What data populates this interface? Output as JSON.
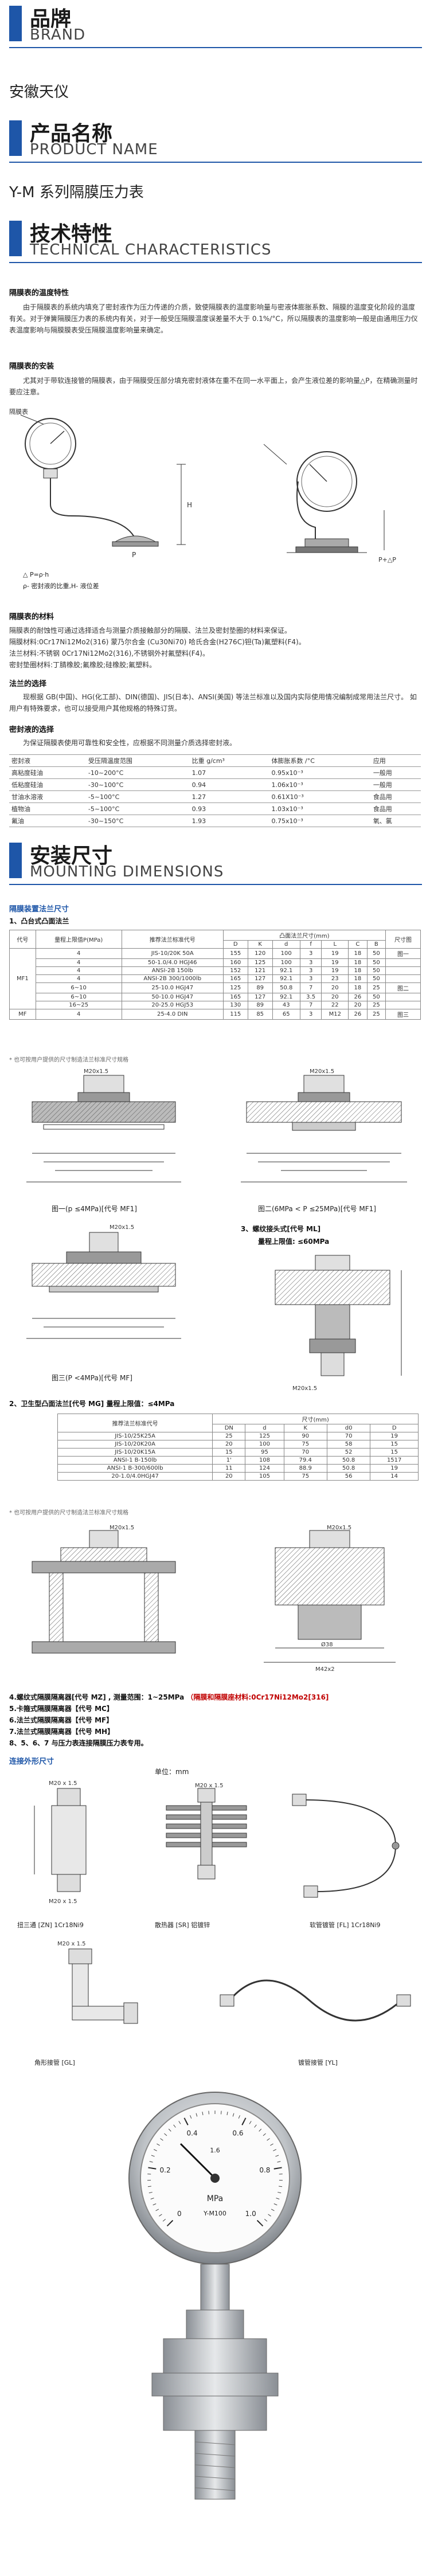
{
  "brand": {
    "zh": "品牌",
    "en": "BRAND",
    "name": "安徽天仪"
  },
  "product": {
    "zh": "产品名称",
    "en": "PRODUCT  NAME",
    "name": "Y-M 系列隔膜压力表"
  },
  "tech": {
    "zh": "技术特性",
    "en": "TECHNICAL  CHARACTERISTICS",
    "temp_title": "隔膜表的温度特性",
    "temp_text": "由于隔膜表的系统内填充了密封液作为压力传递的介质，致使隔膜表的温度影响量与密液体膨胀系数、隔膜的温度变化阶段的温度有关。对于弹簧隔膜压力表的系统内有关，对于一般受压隔膜温度误差量不大于 0.1%/°C，所以隔膜表的温度影响一般是由通用压力仪表温度影响与隔膜膜表受压隔膜温度影响量来确定。",
    "install_title": "隔膜表的安装",
    "install_text": "尤其对于带软连接管的隔膜表，由于隔膜受压部分填充密封液体在重不在同一水平面上，会产生液位差的影响量△P，在精确测量时要应注意。",
    "formula1": "△ P=ρ·h",
    "formula2": "ρ- 密封液的比重,H- 液位差",
    "material_title": "隔膜表的材料",
    "material_text": "隔膜表的耐蚀性可通过选择适合与测量介质接触部分的隔膜、法兰及密封垫圈的材料来保证。",
    "material_text2": "隔膜材料:0Cr17Ni12Mo2(316)  蒙乃尔合金 (Cu30Ni70)  哈氏合金(H276C)钽(Ta)氟塑料(F4)。",
    "material_text3": "法兰材料:不锈钢 0Cr17Ni12Mo2(316),不锈钢外衬氟塑料(F4)。",
    "material_text4": "密封垫圈材料:丁腈橡胶;氟橡胶;硅橡胶;氟塑料。",
    "std_title": "法兰的选择",
    "std_text": "现根据 GB(中国)、HG(化工部)、DIN(德国)、JIS(日本)、ANSI(美国) 等法兰标准以及国内实际使用情况编制成常用法兰尺寸。 如用户有特殊要求，也可以接受用户其他规格的特殊订货。",
    "fill_title": "密封液的选择",
    "fill_text": "为保证隔膜表使用可靠性和安全性，应根据不同测量介质选择密封液。",
    "fill_table": {
      "headers": [
        "密封液",
        "受压隔温度范围",
        "比重 g/cm³",
        "体膨胀系数 /°C",
        "应用"
      ],
      "rows": [
        [
          "高粘度硅油",
          "-10~200°C",
          "1.07",
          "0.95x10⁻³",
          "一般用"
        ],
        [
          "低粘度硅油",
          "-30~100°C",
          "0.94",
          "1.06x10⁻³",
          "一般用"
        ],
        [
          "甘油水溶液",
          "-5~100°C",
          "1.27",
          "0.61X10⁻³",
          "食品用"
        ],
        [
          "植物油",
          "-5~100°C",
          "0.93",
          "1.03x10⁻³",
          "食品用"
        ],
        [
          "氟油",
          "-30~150°C",
          "1.93",
          "0.75x10⁻³",
          "氧、氯"
        ]
      ]
    },
    "fig_labels": {
      "meter_label": "隔膜表",
      "h": "H",
      "p": "P",
      "pap": "P+△P"
    }
  },
  "mount": {
    "zh": "安装尺寸",
    "en": "MOUNTING  DIMENSIONS",
    "flange_title": "隔膜装置法兰尺寸",
    "mf_subtitle": "1、凸台式凸面法兰",
    "mf_table": {
      "h_code": "代号",
      "h_range": "量程上限值P(MPa)",
      "h_std": "推荐法兰标准代号",
      "h_dims": "凸面法兰尺寸(mm)",
      "h_size": "尺寸图",
      "dim_cols": [
        "D",
        "K",
        "d",
        "f",
        "L",
        "C",
        "B"
      ],
      "code_mf1": "MF1",
      "code_mf": "MF",
      "rows": [
        [
          "4",
          "JIS-10/20K 50A",
          "155",
          "120",
          "100",
          "3",
          "19",
          "18",
          "50"
        ],
        [
          "4",
          "50-1.0/4.0 HGJ46",
          "160",
          "125",
          "100",
          "3",
          "19",
          "18",
          "50"
        ],
        [
          "4",
          "ANSI-2B 150lb",
          "152",
          "121",
          "92.1",
          "3",
          "19",
          "18",
          "50"
        ],
        [
          "4",
          "ANSI-2B 300/1000lb",
          "165",
          "127",
          "92.1",
          "3",
          "23",
          "18",
          "50"
        ],
        [
          "6~10",
          "25-10.0 HGJ47",
          "125",
          "89",
          "50.8",
          "7",
          "20",
          "18",
          "25"
        ],
        [
          "6~10",
          "50-10.0 HGJ47",
          "165",
          "127",
          "92.1",
          "3.5",
          "20",
          "26",
          "50"
        ],
        [
          "16~25",
          "20-25.0 HGJ53",
          "130",
          "89",
          "43",
          "7",
          "22",
          "20",
          "25"
        ],
        [
          "4",
          "25-4.0 DIN",
          "115",
          "85",
          "65",
          "3",
          "M12",
          "26",
          "25"
        ]
      ],
      "size_1": "图一",
      "size_2": "图二",
      "size_3": "图三",
      "note": "* 也可按用户提供的尺寸制造法兰标准尺寸规格"
    },
    "fig1_caption": "图一(p ≤4MPa)[代号 MF1]",
    "fig2_caption": "图二(6MPa < P ≤25MPa)[代号 MF1]",
    "fig3_caption": "图三(P <4MPa)[代号 MF]",
    "ml_title": "3、螺纹接头式[代号 ML]",
    "ml_range": "量程上限值:  ≤60MPa",
    "mg_subtitle": "2、卫生型凸面法兰[代号 MG]  量程上限值：≤4MPa",
    "mg_table": {
      "h_std": "推荐法兰标准代号",
      "h_dims": "尺寸(mm)",
      "dim_cols": [
        "DN",
        "d",
        "K",
        "d0",
        "D"
      ],
      "rows": [
        [
          "JIS-10/25K25A",
          "25",
          "125",
          "90",
          "70",
          "19"
        ],
        [
          "JIS-10/20K20A",
          "20",
          "100",
          "75",
          "58",
          "15"
        ],
        [
          "JIS-10/20K15A",
          "15",
          "95",
          "70",
          "52",
          "15"
        ],
        [
          "ANSI-1 B-150lb",
          "1'",
          "108",
          "79.4",
          "50.8",
          "1517"
        ],
        [
          "ANSI-1 B-300/600lb",
          "11",
          "124",
          "88.9",
          "50.8",
          "19"
        ],
        [
          "20-1.0/4.0HGJ47",
          "20",
          "105",
          "75",
          "56",
          "14"
        ]
      ],
      "note": "* 也可按用户提供的尺寸制造法兰标准尺寸规格"
    },
    "list": [
      "4.螺纹式隔膜隔离器[代号 MZ] ,  测量范围：1~25MPa",
      "5.卡箍式隔膜隔离器【代号 MC】",
      "6.法兰式隔膜隔离器【代号 MF】",
      "7.法兰式隔膜隔离器【代号 MH】",
      "8、5、6、7 与压力表连接隔膜压力表专用。"
    ],
    "list_red": "（隔膜和隔膜座材料:0Cr17Ni12Mo2[316]",
    "connect_title": "连接外形尺寸",
    "unit": "单位：mm",
    "m20": "M20 x 1.5",
    "m20b": "M20x1.5",
    "m42": "M42x2",
    "f38": "Ø38",
    "captions": {
      "straight": "扭三通 [ZN]  1Cr18Ni9",
      "radiator": "散热器 [SR]  铝镀锌",
      "cap_tube": "软管镀管 [FL]  1Cr18Ni9",
      "angle": "角形接管 [GL]",
      "flex": "镀管接管 [YL]"
    }
  },
  "gauge": {
    "ticks": [
      "0",
      "0.2",
      "0.4",
      "0.6",
      "0.8",
      "1.0"
    ],
    "unit": "MPa",
    "brand": "Y-M100",
    "class": "1.6"
  }
}
